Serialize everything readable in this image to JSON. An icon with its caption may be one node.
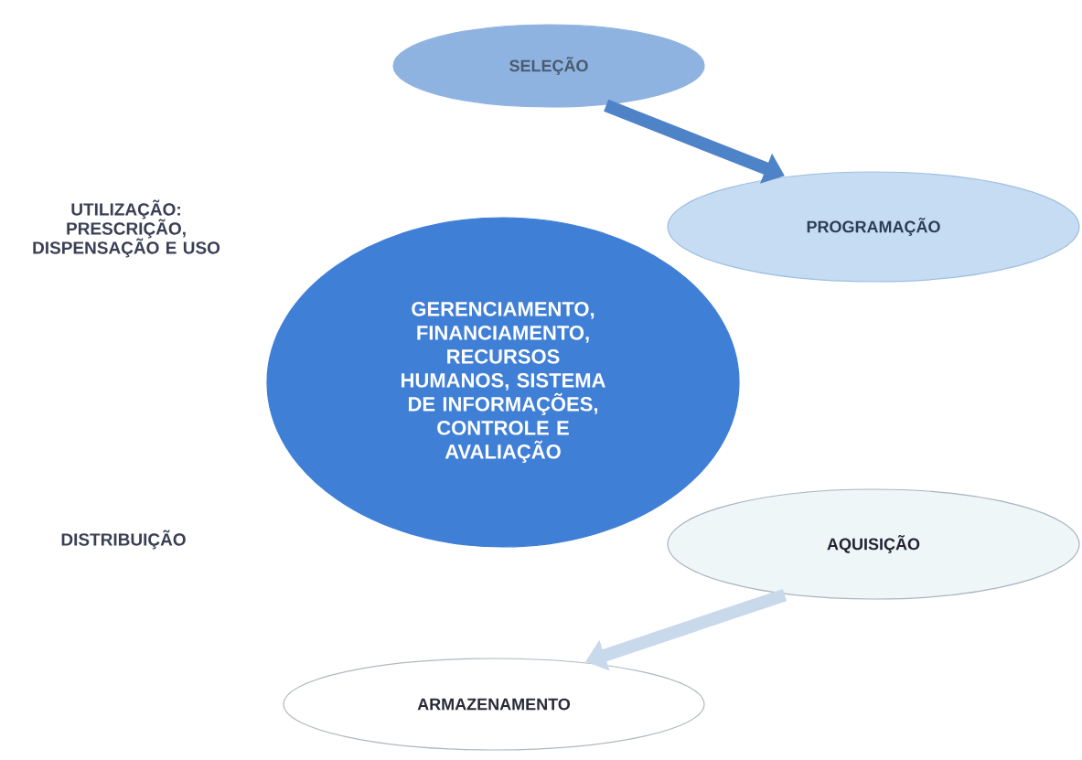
{
  "diagram": {
    "nodes": [
      {
        "text": [
          "SELEÇÃO"
        ]
      },
      {
        "text": [
          "PROGRAMAÇÃO"
        ]
      },
      {
        "text": [
          "GERENCIAMENTO, FINANCIAMENTO, RECURSOS HUMANOS, SISTEMA DE INFORMAÇÕES, CONTROLE E AVALIAÇÃO"
        ]
      },
      {
        "text": [
          "AQUISIÇÃO"
        ]
      },
      {
        "text": [
          "ARMAZENAMENTO"
        ]
      }
    ],
    "edges": [
      {
        "from": 0,
        "to": 1,
        "arrow": "to"
      },
      {
        "from": 3,
        "to": 4,
        "arrow": "to",
        "color": "#c9d9ec"
      }
    ],
    "labels": [
      "UTILIZAÇÃO: PRESCRIÇÃO, DISPENSAÇÃO E USO",
      "DISTRIBUIÇÃO"
    ]
  }
}
